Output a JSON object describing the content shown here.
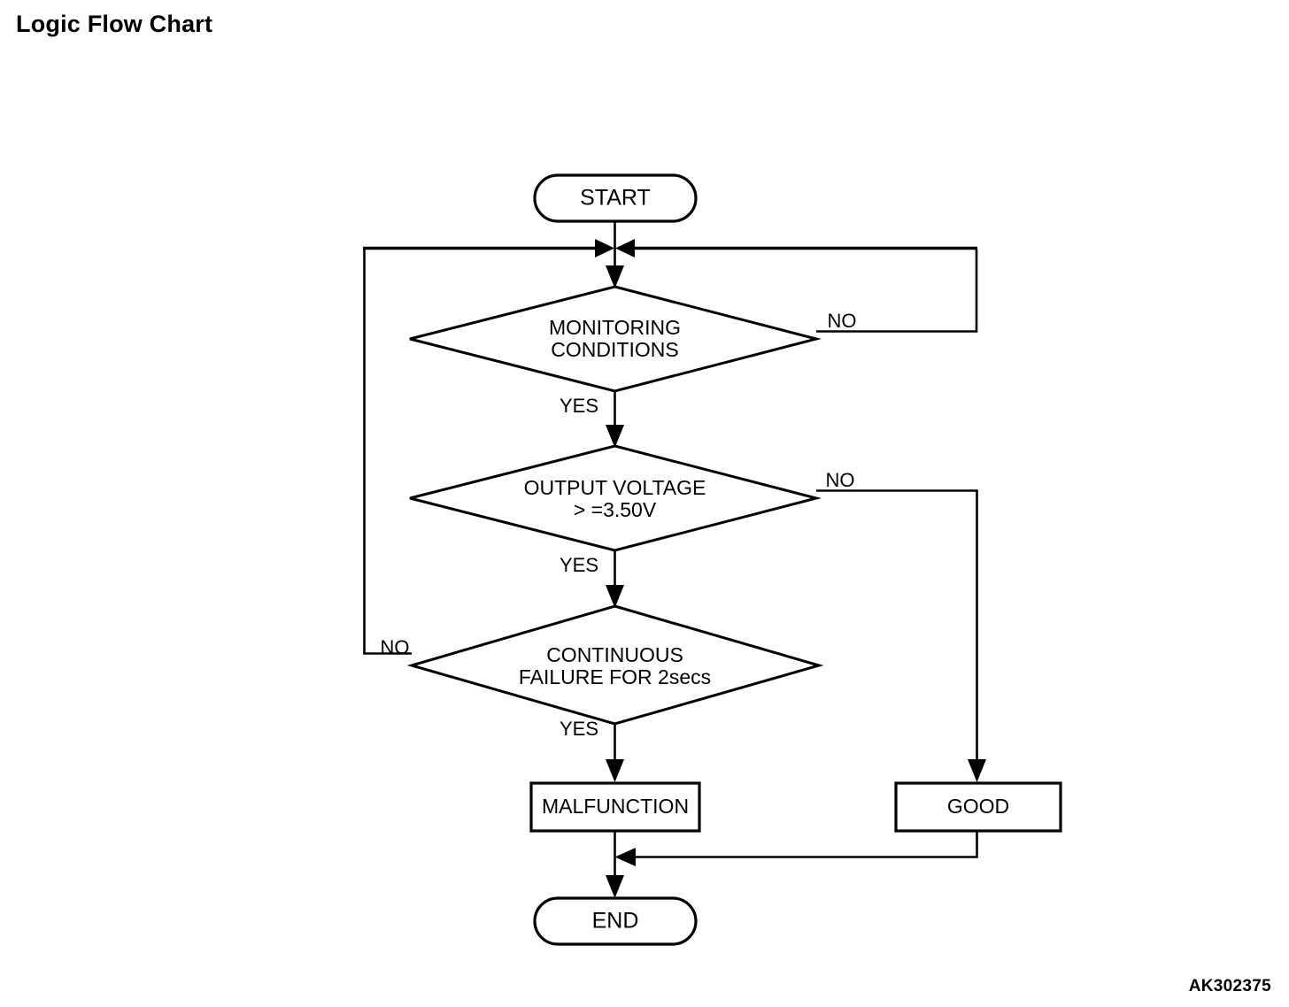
{
  "page": {
    "title": "Logic Flow Chart",
    "figure_id": "AK302375",
    "background_color": "#ffffff",
    "line_color": "#000000"
  },
  "chart_data": {
    "type": "diagram",
    "diagram_kind": "flowchart",
    "title": "Logic Flow Chart",
    "nodes": [
      {
        "id": "start",
        "shape": "terminal",
        "label": "START"
      },
      {
        "id": "monitoring",
        "shape": "decision",
        "label_line1": "MONITORING",
        "label_line2": "CONDITIONS"
      },
      {
        "id": "voltage",
        "shape": "decision",
        "label_line1": "OUTPUT VOLTAGE",
        "label_line2": "> =3.50V"
      },
      {
        "id": "failure",
        "shape": "decision",
        "label_line1": "CONTINUOUS",
        "label_line2": "FAILURE FOR 2secs"
      },
      {
        "id": "malfunction",
        "shape": "process",
        "label": "MALFUNCTION"
      },
      {
        "id": "good",
        "shape": "process",
        "label": "GOOD"
      },
      {
        "id": "end",
        "shape": "terminal",
        "label": "END"
      }
    ],
    "edges": [
      {
        "from": "start",
        "to": "monitoring",
        "label": ""
      },
      {
        "from": "monitoring",
        "to": "voltage",
        "label": "YES"
      },
      {
        "from": "monitoring",
        "to": "start-join",
        "label": "NO"
      },
      {
        "from": "voltage",
        "to": "failure",
        "label": "YES"
      },
      {
        "from": "voltage",
        "to": "good",
        "label": "NO"
      },
      {
        "from": "failure",
        "to": "malfunction",
        "label": "YES"
      },
      {
        "from": "failure",
        "to": "start-join",
        "label": "NO"
      },
      {
        "from": "malfunction",
        "to": "end",
        "label": ""
      },
      {
        "from": "good",
        "to": "end",
        "label": ""
      }
    ],
    "branch_labels": {
      "monitoring_yes": "YES",
      "monitoring_no": "NO",
      "voltage_yes": "YES",
      "voltage_no": "NO",
      "failure_yes": "YES",
      "failure_no": "NO"
    }
  },
  "nodes": {
    "start": {
      "label": "START"
    },
    "monitoring": {
      "line1": "MONITORING",
      "line2": "CONDITIONS"
    },
    "voltage": {
      "line1": "OUTPUT VOLTAGE",
      "line2": "> =3.50V"
    },
    "failure": {
      "line1": "CONTINUOUS",
      "line2": "FAILURE FOR 2secs"
    },
    "malfunction": {
      "label": "MALFUNCTION"
    },
    "good": {
      "label": "GOOD"
    },
    "end": {
      "label": "END"
    }
  },
  "labels": {
    "monitoring_yes": "YES",
    "monitoring_no": "NO",
    "voltage_yes": "YES",
    "voltage_no": "NO",
    "failure_yes": "YES",
    "failure_no": "NO"
  }
}
